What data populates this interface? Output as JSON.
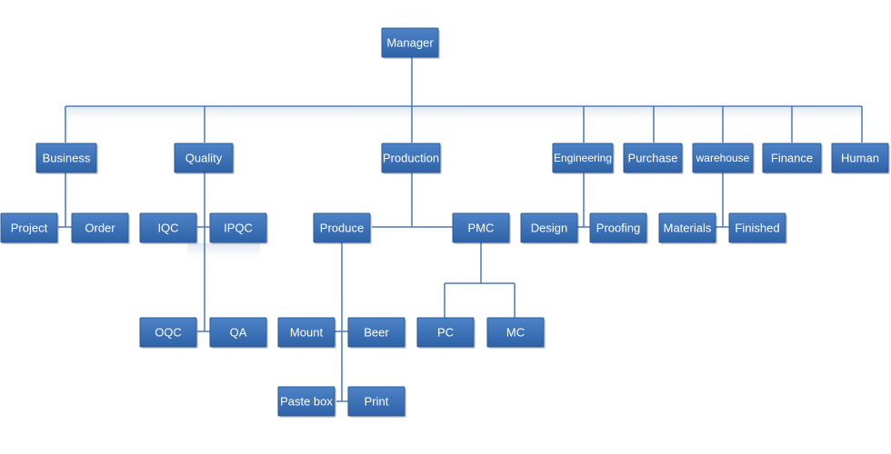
{
  "nodes": {
    "manager": "Manager",
    "business": "Business",
    "quality": "Quality",
    "production": "Production",
    "engineering": "Engineering",
    "purchase": "Purchase",
    "warehouse": "warehouse",
    "finance": "Finance",
    "human": "Human",
    "project": "Project",
    "order": "Order",
    "iqc": "IQC",
    "ipqc": "IPQC",
    "oqc": "OQC",
    "qa": "QA",
    "produce": "Produce",
    "pmc": "PMC",
    "mount": "Mount",
    "beer": "Beer",
    "paste_box": "Paste box",
    "print": "Print",
    "pc": "PC",
    "mc": "MC",
    "design": "Design",
    "proofing": "Proofing",
    "materials": "Materials",
    "finished": "Finished"
  }
}
